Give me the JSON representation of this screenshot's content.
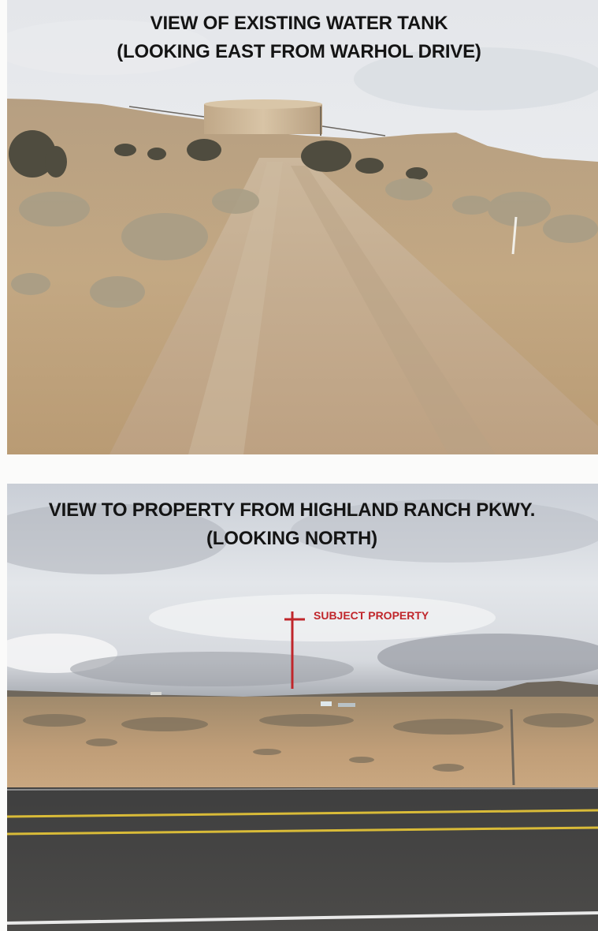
{
  "top_photo": {
    "caption_line1": "VIEW OF EXISTING WATER TANK",
    "caption_line2": "(LOOKING EAST FROM WARHOL DRIVE)"
  },
  "bottom_photo": {
    "caption_line1": "VIEW TO PROPERTY FROM HIGHLAND RANCH PKWY.",
    "caption_line2": "(LOOKING NORTH)",
    "annotation_label": "SUBJECT PROPERTY",
    "annotation_color": "#c0262b"
  },
  "colors": {
    "sky": "#dfe3e8",
    "desert": "#c8ad86",
    "road": "#474747",
    "road_line": "#e2c23a"
  }
}
